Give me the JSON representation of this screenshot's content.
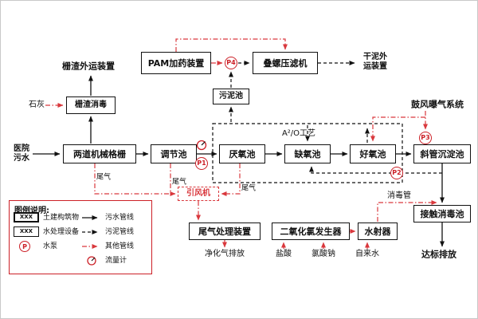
{
  "colors": {
    "accent_red": "#cc2027",
    "line_red": "#d9383d",
    "line_black": "#111111"
  },
  "flow": {
    "hospital_sewage": {
      "line1": "医院",
      "line2": "污水"
    },
    "grille": "两道机械格栅",
    "regulating_tank": "调节池",
    "anaerobic_tank": "厌氧池",
    "anoxic_tank": "缺氧池",
    "aerobic_tank": "好氧池",
    "a2o_label": "A²/O工艺",
    "inclined_settler": "斜管沉淀池",
    "contact_tank": "接触消毒池",
    "discharge": "达标排放"
  },
  "pretreatment": {
    "lime": "石灰",
    "residue_disinfect": "栅渣消毒",
    "residue_transport": "栅渣外运装置"
  },
  "sludge": {
    "pam_dosing": "PAM加药装置",
    "screw_press": "叠螺压滤机",
    "dry_sludge_line1": "干泥外",
    "dry_sludge_line2": "运装置",
    "sludge_tank": "污泥池"
  },
  "gas": {
    "exhaust": "尾气",
    "fan": "引风机",
    "treatment": "尾气处理装置",
    "clean_discharge": "净化气排放",
    "aeration_system": "鼓风曝气系统"
  },
  "disinfection": {
    "generator": "二氧化氯发生器",
    "ejector": "水射器",
    "hcl": "盐酸",
    "naclo3": "氯酸钠",
    "tap_water": "自来水",
    "pipe_label": "消毒管"
  },
  "pumps": {
    "p1": "P1",
    "p2": "P2",
    "p3": "P3",
    "p4": "P4"
  },
  "legend": {
    "title": "图例说明:",
    "sample_text": "XXX",
    "pump_symbol": "P",
    "civil": "土建构筑物",
    "equipment": "水处理设备",
    "pump": "水泵",
    "sewage_line": "污水管线",
    "sludge_line": "污泥管线",
    "other_line": "其他管线",
    "flow_meter": "流量计"
  }
}
